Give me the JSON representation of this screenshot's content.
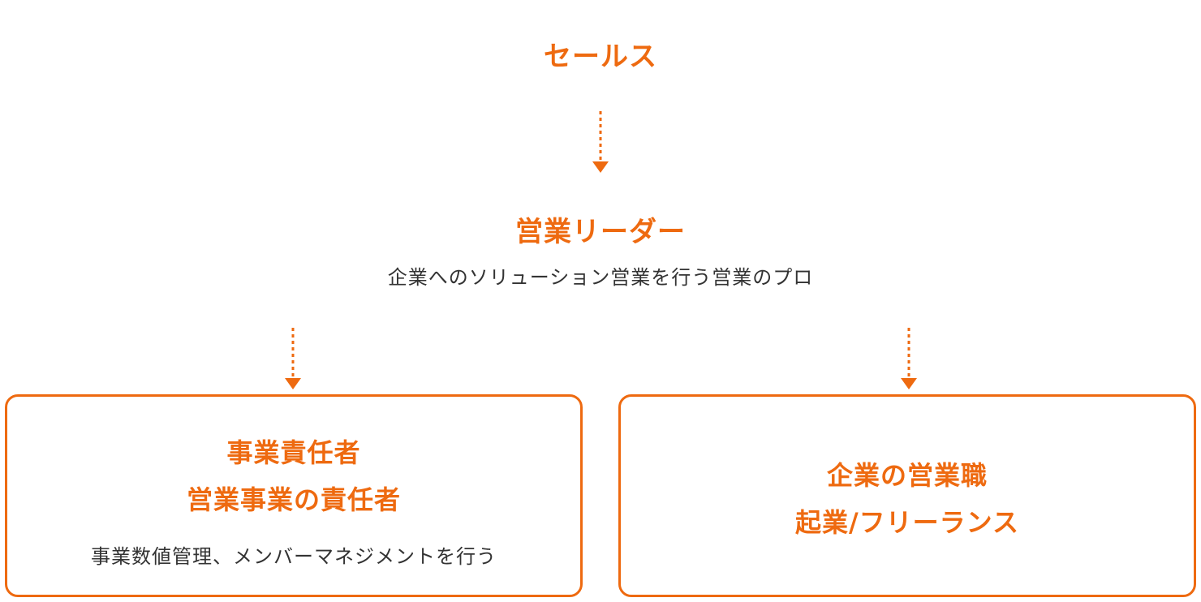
{
  "accent_color": "#ee6a10",
  "text_color": "#333333",
  "nodes": {
    "sales": {
      "title": "セールス"
    },
    "leader": {
      "title": "営業リーダー",
      "description": "企業へのソリューション営業を行う営業のプロ"
    },
    "business_owner": {
      "title_line1": "事業責任者",
      "title_line2": "営業事業の責任者",
      "description": "事業数値管理、メンバーマネジメントを行う"
    },
    "corporate_sales": {
      "title_line1": "企業の営業職",
      "title_line2": "起業/フリーランス"
    }
  }
}
